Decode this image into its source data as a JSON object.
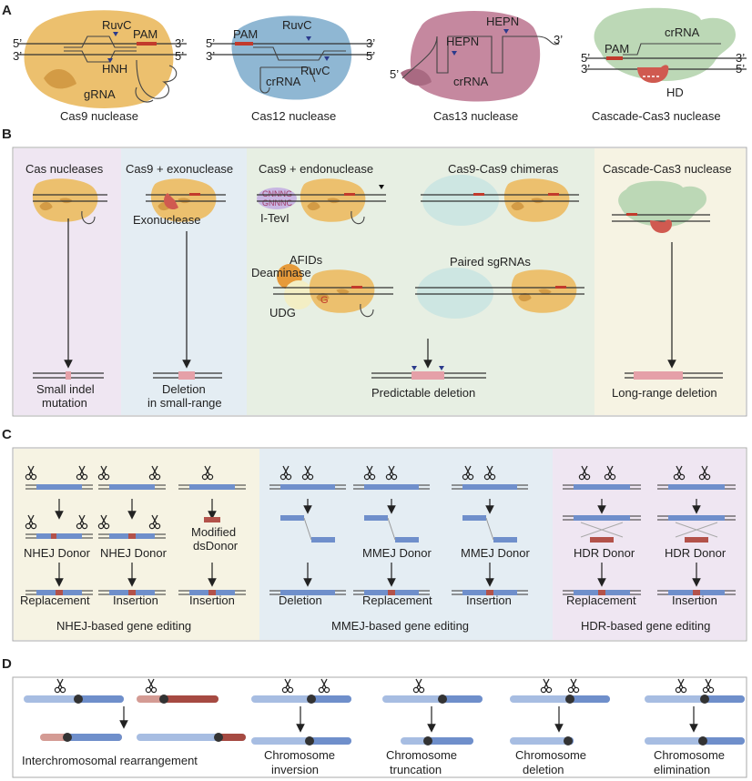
{
  "panels": {
    "a": {
      "letter": "A",
      "prime5": "5’",
      "prime3": "3’",
      "cas9": {
        "title": "Cas9 nuclease",
        "ruvc": "RuvC",
        "pam": "PAM",
        "hnh": "HNH",
        "grna": "gRNA"
      },
      "cas12": {
        "title": "Cas12 nuclease",
        "pam": "PAM",
        "ruvc1": "RuvC",
        "ruvc2": "RuvC",
        "crrna": "crRNA"
      },
      "cas13": {
        "title": "Cas13 nuclease",
        "hepn1": "HEPN",
        "hepn2": "HEPN",
        "crrna": "crRNA"
      },
      "cascade": {
        "title": "Cascade-Cas3 nuclease",
        "pam": "PAM",
        "crrna": "crRNA",
        "hd": "HD"
      }
    },
    "b": {
      "letter": "B",
      "col1": {
        "title": "Cas nucleases",
        "result1": "Small indel",
        "result2": "mutation"
      },
      "col2": {
        "title": "Cas9 + exonuclease",
        "enzyme": "Exonuclease",
        "result1": "Deletion",
        "result2": "in small-range"
      },
      "col3": {
        "title1": "Cas9 + endonuclease",
        "title2": "Cas9-Cas9 chimeras",
        "itevi": "I-TevI",
        "seq1": "CNNNG",
        "seq2": "GNNNC",
        "afids": "AFIDs",
        "deaminase": "Deaminase",
        "udg": "UDG",
        "g_base": "G",
        "paired": "Paired sgRNAs",
        "result": "Predictable deletion"
      },
      "col4": {
        "title": "Cascade-Cas3 nuclease",
        "result": "Long-range deletion"
      }
    },
    "c": {
      "letter": "C",
      "nhej": {
        "footer": "NHEJ-based gene editing",
        "donor1": "NHEJ Donor",
        "donor2": "NHEJ Donor",
        "donor3a": "Modified",
        "donor3b": "dsDonor",
        "res1": "Replacement",
        "res2": "Insertion",
        "res3": "Insertion"
      },
      "mmej": {
        "footer": "MMEJ-based gene editing",
        "donor2": "MMEJ Donor",
        "donor3": "MMEJ Donor",
        "res1": "Deletion",
        "res2": "Replacement",
        "res3": "Insertion"
      },
      "hdr": {
        "footer": "HDR-based gene editing",
        "donor1": "HDR Donor",
        "donor2": "HDR Donor",
        "res1": "Replacement",
        "res2": "Insertion"
      }
    },
    "d": {
      "letter": "D",
      "items": [
        {
          "l1": "Interchromosomal rearrangement",
          "l2": ""
        },
        {
          "l1": "Chromosome",
          "l2": "inversion"
        },
        {
          "l1": "Chromosome",
          "l2": "truncation"
        },
        {
          "l1": "Chromosome",
          "l2": "deletion"
        },
        {
          "l1": "Chromosome",
          "l2": "elimination"
        }
      ]
    }
  },
  "colors": {
    "cas9": "#ecc06e",
    "cas9_dark": "#d39b45",
    "cas12": "#8fb7d3",
    "cas13": "#c5889f",
    "cascade": "#bcd8b6",
    "red": "#c23a2c",
    "bg_purple": "#efe6f2",
    "bg_blue": "#e4edf3",
    "bg_green": "#e7efe3",
    "bg_cream": "#f6f3e3",
    "dna_blue": "#6f8fcb",
    "dna_red": "#b3524a"
  }
}
